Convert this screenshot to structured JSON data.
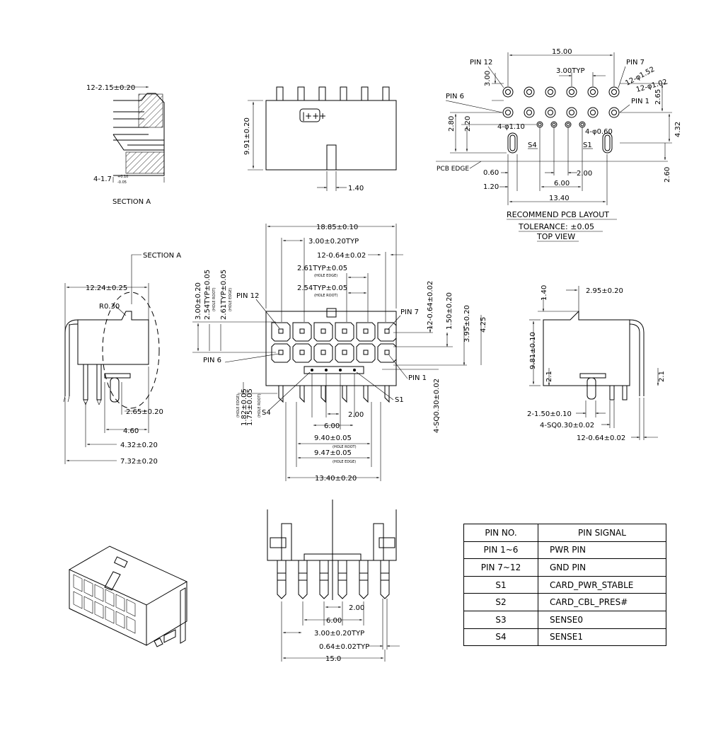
{
  "section_a": {
    "dims": [
      "12-2.15±0.20",
      "4-1.7",
      "+0.10",
      "-0.05"
    ],
    "caption": "SECTION A"
  },
  "top_view": {
    "dims": [
      "9.91±0.20",
      "1.40"
    ]
  },
  "pcb_layout": {
    "labels": [
      "PIN 12",
      "PIN 7",
      "PIN 6",
      "PIN 1",
      "S4",
      "S1",
      "PCB EDGE"
    ],
    "dims": [
      "15.00",
      "3.00TYP",
      "3.00",
      "12-φ1.52",
      "12-φ1.02",
      "2.65",
      "2.80",
      "2.20",
      "4-φ1.10",
      "4-φ0.60",
      "4.32",
      "0.60",
      "2.00",
      "1.20",
      "6.00",
      "13.40",
      "2.60"
    ],
    "title": "RECOMMEND PCB LAYOUT",
    "tolerance": "TOLERANCE: ±0.05",
    "subtitle": "TOP VIEW"
  },
  "side_view_left": {
    "callout": "SECTION A",
    "dims": [
      "12.24±0.25",
      "R0.30",
      "2.65±0.20",
      "4.60",
      "4.32±0.20",
      "7.32±0.20"
    ]
  },
  "front_view": {
    "labels": [
      "PIN 12",
      "PIN 7",
      "PIN 6",
      "PIN 1",
      "S4",
      "S1"
    ],
    "dims": [
      "18.85±0.10",
      "3.00±0.20TYP",
      "12-0.64±0.02",
      "2.61TYP±0.05",
      "(HOLE EDGE)",
      "2.54TYP±0.05",
      "(HOLE ROOT)",
      "3.00±0.20",
      "2.54TYP±0.05",
      "(HOLE ROOT)",
      "2.61TYP±0.05",
      "(HOLE EDGE)",
      "12-0.64±0.02",
      "1.50±0.20",
      "3.95±0.20",
      "4.25",
      "4-SQ0.30±0.02",
      "1.82±0.05",
      "(HOLE EDGE)",
      "1.75±0.05",
      "(HOLE ROOT)",
      "2.00",
      "6.00",
      "9.40±0.05",
      "(HOLE ROOT)",
      "9.47±0.05",
      "(HOLE EDGE)",
      "13.40±0.20"
    ]
  },
  "side_view_right": {
    "dims": [
      "2.95±0.20",
      "1.40",
      "9.81±0.10",
      "2.1",
      "2.1",
      "2-1.50±0.10",
      "4-SQ0.30±0.02",
      "12-0.64±0.02"
    ]
  },
  "bottom_view": {
    "dims": [
      "2.00",
      "6.00",
      "3.00±0.20TYP",
      "0.64±0.02TYP",
      "15.0"
    ]
  },
  "pin_table": {
    "header": [
      "PIN NO.",
      "PIN SIGNAL"
    ],
    "rows": [
      [
        "PIN 1~6",
        "PWR PIN"
      ],
      [
        "PIN 7~12",
        "GND PIN"
      ],
      [
        "S1",
        "CARD_PWR_STABLE"
      ],
      [
        "S2",
        "CARD_CBL_PRES#"
      ],
      [
        "S3",
        "SENSE0"
      ],
      [
        "S4",
        "SENSE1"
      ]
    ]
  }
}
